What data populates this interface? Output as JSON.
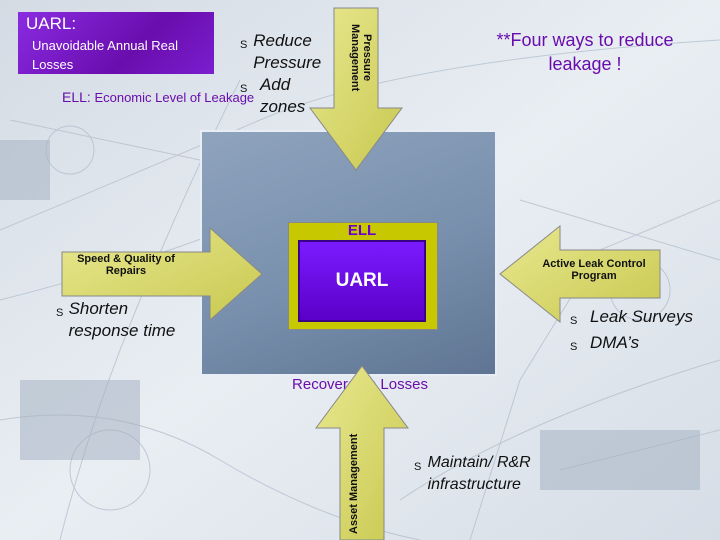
{
  "legend": {
    "uarl_abbr": "UARL:",
    "uarl_full": "Unavoidable Annual Real Losses",
    "ell_abbr": "ELL:",
    "ell_full": "Economic Level of Leakage"
  },
  "note": "**Four ways to reduce leakage !",
  "center": {
    "ell_label": "ELL",
    "uarl_label": "UARL",
    "recoverable_label": "Recoverable Losses"
  },
  "arrows": {
    "top": {
      "label": "Pressure Management",
      "bullets": [
        "Reduce Pressure",
        "Add zones"
      ]
    },
    "left": {
      "label": "Speed & Quality of Repairs",
      "bullets": [
        "Shorten response time"
      ]
    },
    "right": {
      "label": "Active Leak Control Program",
      "bullets": [
        "Leak Surveys",
        "DMA’s"
      ]
    },
    "bottom": {
      "label": "Asset Management",
      "bullets": [
        "Maintain/ R&R infrastructure"
      ]
    }
  },
  "bullet_glyph": "S",
  "colors": {
    "purple": "#6a0dad",
    "arrow_fill": "#d8d870",
    "ell_fill": "#c8c800",
    "uarl_fill": "#6a00e0"
  }
}
